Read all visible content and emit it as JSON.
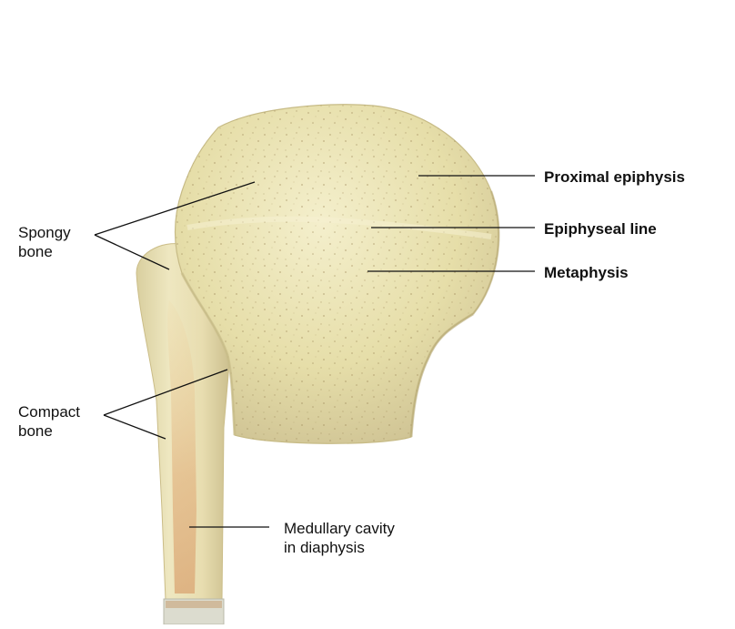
{
  "labels": {
    "spongy_bone": [
      "Spongy",
      "bone"
    ],
    "compact_bone": [
      "Compact",
      "bone"
    ],
    "medullary_cavity": [
      "Medullary cavity",
      "in diaphysis"
    ],
    "proximal_epiphysis": "Proximal epiphysis",
    "epiphyseal_line": "Epiphyseal line",
    "metaphysis": "Metaphysis"
  },
  "colors": {
    "bone_surface": "#e9e2b4",
    "bone_shadow": "#c9bf8f",
    "cavity_tint": "#e2b98a",
    "leader_line": "#111111"
  }
}
